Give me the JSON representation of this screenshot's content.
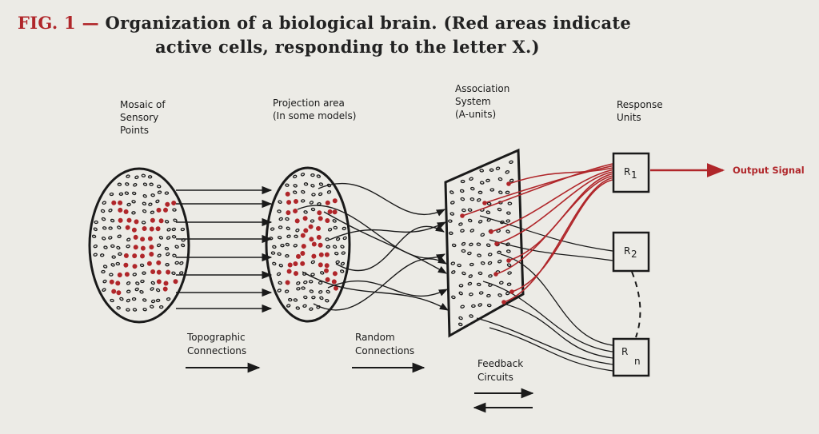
{
  "caption": {
    "fig_label": "FIG. 1",
    "dash": "—",
    "line1": "Organization of a biological brain. (Red areas indicate",
    "line2": "active cells, responding to the letter X.)"
  },
  "labels": {
    "retina": [
      "Mosaic of",
      "Sensory",
      "Points"
    ],
    "projection": [
      "Projection area",
      "(In some models)"
    ],
    "association": [
      "Association",
      "System",
      "(A-units)"
    ],
    "response": [
      "Response",
      "Units"
    ],
    "topographic": [
      "Topographic",
      "Connections"
    ],
    "random": [
      "Random",
      "Connections"
    ],
    "feedback": [
      "Feedback",
      "Circuits"
    ],
    "output": "Output Signal"
  },
  "response_units": {
    "r1": {
      "letter": "R",
      "sub": "1"
    },
    "r2": {
      "letter": "R",
      "sub": "2"
    },
    "rn": {
      "letter": "R",
      "sub": "n"
    }
  },
  "colors": {
    "active": "#b0262a",
    "ink": "#1a1a1a",
    "background": "#ecebe6"
  }
}
